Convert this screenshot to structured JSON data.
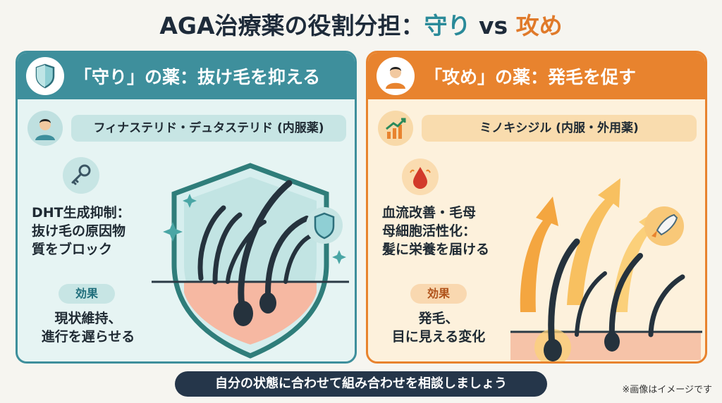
{
  "title": {
    "prefix": "AGA治療薬の役割分担：",
    "defense_word": "守り",
    "vs": " vs ",
    "offense_word": "攻め"
  },
  "defense_panel": {
    "header": "「守り」の薬：抜け毛を抑える",
    "drug_name": "フィナステリド・デュタステリド (内服薬)",
    "mechanism_lines": [
      "DHT生成抑制：",
      "抜け毛の原因物",
      "質をブロック"
    ],
    "effect_label": "効果",
    "effect_lines": [
      "現状維持、",
      "進行を遅らせる"
    ],
    "icons": [
      "shield-icon",
      "person-icon",
      "key-icon",
      "shield-icon"
    ],
    "accent_color": "#3e8f9c"
  },
  "offense_panel": {
    "header": "「攻め」の薬：発毛を促す",
    "drug_name": "ミノキシジル (内服・外用薬)",
    "mechanism_lines": [
      "血流改善・毛母",
      "母細胞活性化：",
      "髪に栄養を届ける"
    ],
    "effect_label": "効果",
    "effect_lines": [
      "発毛、",
      "目に見える変化"
    ],
    "icons": [
      "person-icon",
      "growth-chart-icon",
      "blood-drop-icon",
      "rocket-icon"
    ],
    "accent_color": "#e8832e"
  },
  "footer": {
    "advice": "自分の状態に合わせて組み合わせを相談しましょう",
    "note": "※画像はイメージです"
  }
}
